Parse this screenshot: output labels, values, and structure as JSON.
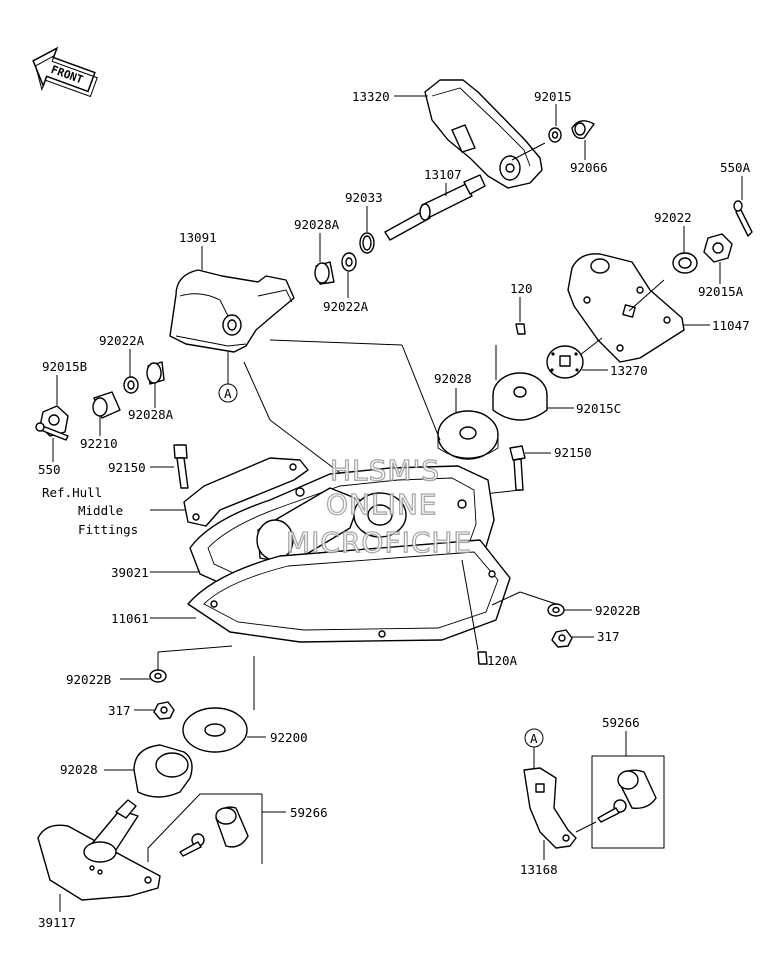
{
  "front_badge": "FRONT",
  "watermark": {
    "line1": "HLSM'S",
    "line2": "ONLINE",
    "line3": "MICROFICHE"
  },
  "labels": {
    "p13320": "13320",
    "p92015": "92015",
    "p92066": "92066",
    "p550A": "550A",
    "p13107": "13107",
    "p92033": "92033",
    "p92028A_top": "92028A",
    "p13091": "13091",
    "p92022A_top": "92022A",
    "p92022": "92022",
    "p92015A": "92015A",
    "p11047": "11047",
    "p120": "120",
    "p13270": "13270",
    "p92022A_left": "92022A",
    "p92015B": "92015B",
    "p92028A_left": "92028A",
    "p92210": "92210",
    "p550": "550",
    "p92028_mid": "92028",
    "p92015C": "92015C",
    "p92150_left": "92150",
    "p92150_right": "92150",
    "ref_line1": "Ref.Hull",
    "ref_line2": "Middle",
    "ref_line3": "Fittings",
    "p39021": "39021",
    "p11061": "11061",
    "p92022B_right": "92022B",
    "p317_right": "317",
    "p120A": "120A",
    "p92022B_left": "92022B",
    "p317_left": "317",
    "p92200": "92200",
    "p92028_low": "92028",
    "p59266_low": "59266",
    "p39117": "39117",
    "p59266_right": "59266",
    "p13168": "13168",
    "ref_A_main": "A",
    "ref_A_inset": "A"
  }
}
